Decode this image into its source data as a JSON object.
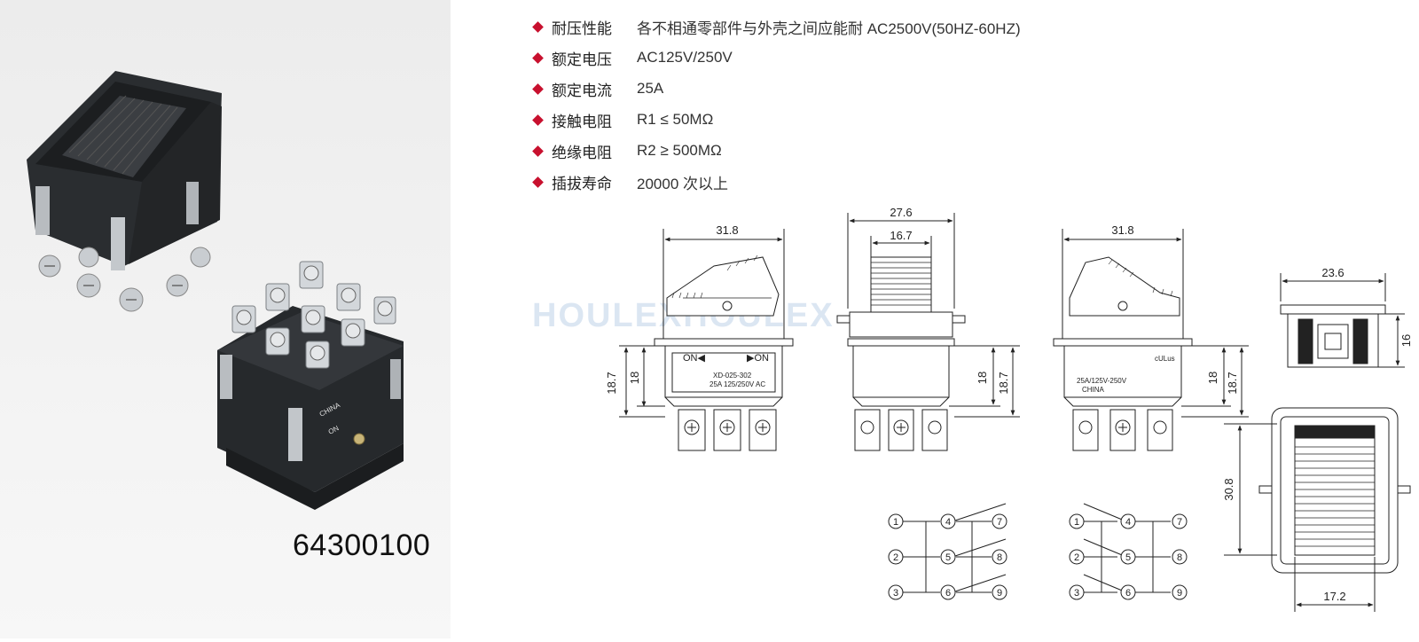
{
  "product": {
    "model_number": "64300100"
  },
  "specs": [
    {
      "label": "耐压性能",
      "value": "各不相通零部件与外壳之间应能耐 AC2500V(50HZ-60HZ)"
    },
    {
      "label": "额定电压",
      "value": "AC125V/250V"
    },
    {
      "label": "额定电流",
      "value": "25A"
    },
    {
      "label": "接触电阻",
      "value": "R1 ≤ 50MΩ"
    },
    {
      "label": "绝缘电阻",
      "value": "R2 ≥ 500MΩ"
    },
    {
      "label": "插拔寿命",
      "value": "20000 次以上"
    }
  ],
  "photo_markings": {
    "bottom_label": "CHINA",
    "switch_label": "ON"
  },
  "drawing": {
    "watermark": "HOULEXHOULEX",
    "front": {
      "width": "31.8",
      "h1": "18.7",
      "h2": "18",
      "left_label": "ON◀",
      "right_label": "▶ON",
      "part": "XD-025-302",
      "rating": "25A 125/250V AC"
    },
    "side": {
      "width": "27.6",
      "inner": "16.7",
      "h1": "18",
      "h2": "18.7"
    },
    "back": {
      "width": "31.8",
      "h1": "18",
      "h2": "18.7",
      "rating": "25A/125V-250V",
      "origin": "CHINA",
      "cert": "cULus"
    },
    "cutout": {
      "width": "23.6",
      "height": "16"
    },
    "bottom": {
      "height": "30.8",
      "width": "17.2"
    },
    "pins": [
      "1",
      "2",
      "3",
      "4",
      "5",
      "6",
      "7",
      "8",
      "9"
    ],
    "accent_color": "#c8102e"
  }
}
